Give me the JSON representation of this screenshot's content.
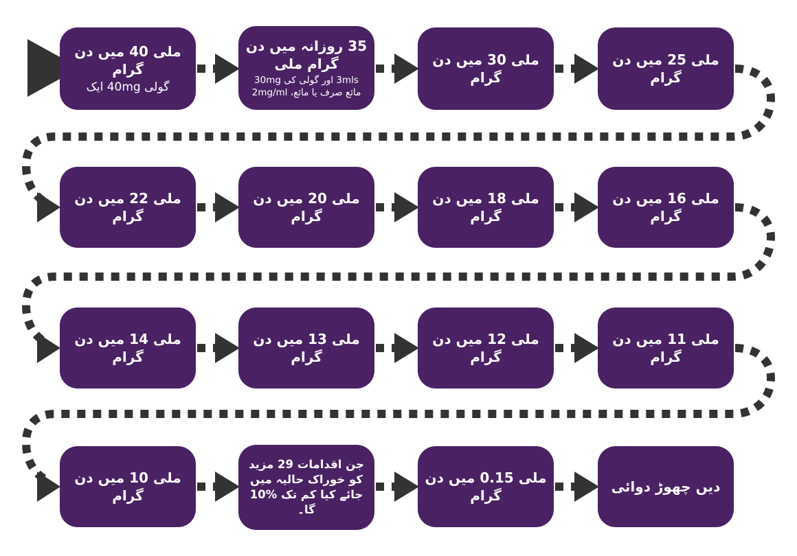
{
  "colors": {
    "box_fill": "#4a2263",
    "connector": "#333333",
    "box_text": "#ffffff",
    "background": "#ffffff"
  },
  "flow": {
    "rows": [
      {
        "boxes": [
          {
            "title": "دن میں 40 ملی گرام",
            "subtitle": "ایک 40mg گولی"
          },
          {
            "title": "دن میں روزانہ 35 ملی گرام",
            "subtitle": "30mg کی گولی اور 3mls 2mg/ml مائع، یا صرف مائع"
          },
          {
            "title": "دن میں 30 ملی گرام"
          },
          {
            "title": "دن میں 25 ملی گرام"
          }
        ]
      },
      {
        "boxes": [
          {
            "title": "دن میں 22 ملی گرام"
          },
          {
            "title": "دن میں 20 ملی گرام"
          },
          {
            "title": "دن میں 18 ملی گرام"
          },
          {
            "title": "دن میں 16 ملی گرام"
          }
        ]
      },
      {
        "boxes": [
          {
            "title": "دن میں 14 ملی گرام"
          },
          {
            "title": "دن میں 13 ملی گرام"
          },
          {
            "title": "دن میں 12 ملی گرام"
          },
          {
            "title": "دن میں 11 ملی گرام"
          }
        ]
      },
      {
        "boxes": [
          {
            "title": "دن میں 10 ملی گرام"
          },
          {
            "title": "مزید 29 اقدامات جن میں حالیہ خوراک کو 10% تک کم کیا جائے گا۔"
          },
          {
            "title": "دن میں 0.15 ملی گرام"
          },
          {
            "title": "دوائی چھوڑ دیں"
          }
        ]
      }
    ]
  }
}
